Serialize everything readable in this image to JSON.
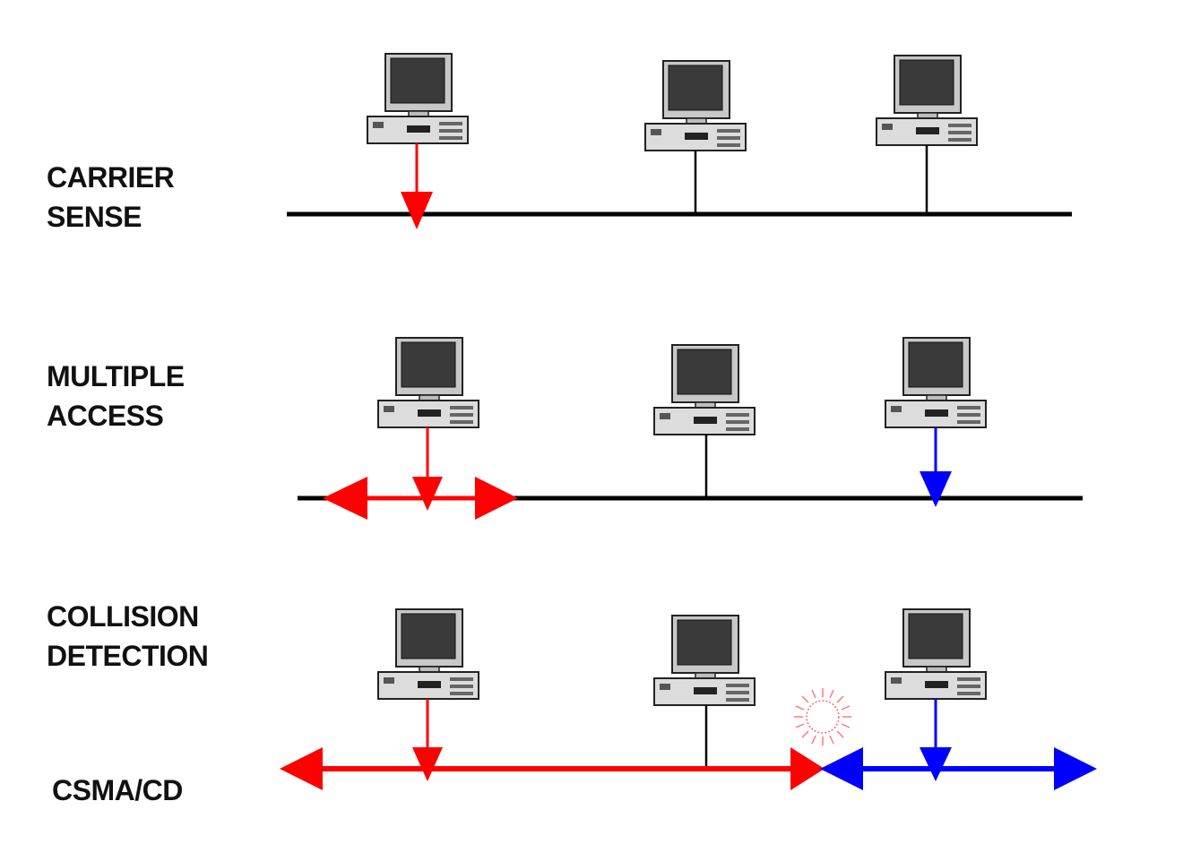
{
  "labels": {
    "carrier_sense_line1": "CARRIER",
    "carrier_sense_line2": "SENSE",
    "multiple_access_line1": "MULTIPLE",
    "multiple_access_line2": "ACCESS",
    "collision_detection_line1": "COLLISION",
    "collision_detection_line2": "DETECTION",
    "protocol": "CSMA/CD"
  },
  "colors": {
    "cable": "#000000",
    "station_a_signal": "#ff0000",
    "station_c_signal": "#0000ff",
    "collision_burst": "#ff5555"
  },
  "icons": [
    "desktop-computer-icon",
    "collision-burst-icon"
  ]
}
